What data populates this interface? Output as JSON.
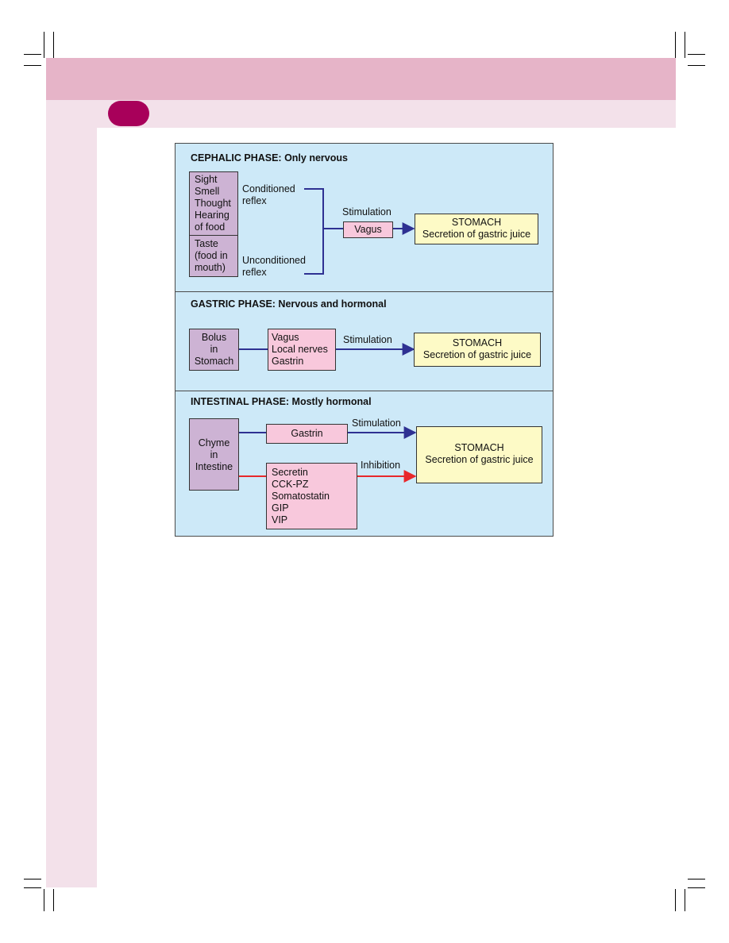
{
  "colors": {
    "header_band": "#e6b4c8",
    "light_band": "#f3e1ea",
    "chapter_tab": "#a8005a",
    "diagram_bg": "#cde9f8",
    "source_box": "#cdb3d4",
    "mediator_box": "#f8c8dc",
    "stomach_box": "#fdfac6",
    "stimulation_arrow": "#2e3192",
    "inhibition_arrow": "#e8282b"
  },
  "diagram": {
    "cephalic": {
      "title": "CEPHALIC PHASE: Only nervous",
      "stimuli_top": "Sight\nSmell\nThought\nHearing\nof food",
      "stimuli_bottom": "Taste\n(food in\nmouth)",
      "conditioned_label": "Conditioned\nreflex",
      "unconditioned_label": "Unconditioned\nreflex",
      "stimulation_label": "Stimulation",
      "mediator": "Vagus",
      "target": "STOMACH\nSecretion of gastric juice"
    },
    "gastric": {
      "title": "GASTRIC PHASE: Nervous and hormonal",
      "source": "Bolus\nin\nStomach",
      "mediators": "Vagus\nLocal nerves\nGastrin",
      "stimulation_label": "Stimulation",
      "target": "STOMACH\nSecretion of gastric juice"
    },
    "intestinal": {
      "title": "INTESTINAL PHASE: Mostly hormonal",
      "source": "Chyme\nin\nIntestine",
      "stimulator": "Gastrin",
      "stimulation_label": "Stimulation",
      "inhibitors": "Secretin\nCCK-PZ\nSomatostatin\nGIP\nVIP",
      "inhibition_label": "Inhibition",
      "target": "STOMACH\nSecretion of gastric juice"
    }
  }
}
